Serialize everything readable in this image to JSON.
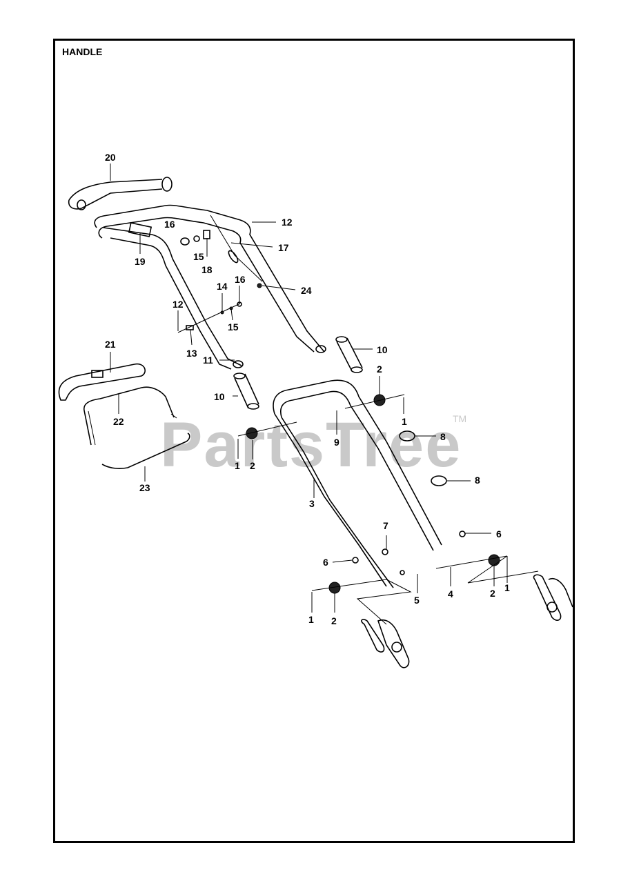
{
  "title": "HANDLE",
  "watermark": {
    "text": "PartsTree",
    "trademark": "TM"
  },
  "callouts": [
    {
      "id": "c20",
      "label": "20"
    },
    {
      "id": "c12a",
      "label": "12"
    },
    {
      "id": "c16a",
      "label": "16"
    },
    {
      "id": "c17",
      "label": "17"
    },
    {
      "id": "c15a",
      "label": "15"
    },
    {
      "id": "c18",
      "label": "18"
    },
    {
      "id": "c19",
      "label": "19"
    },
    {
      "id": "c14",
      "label": "14"
    },
    {
      "id": "c16b",
      "label": "16"
    },
    {
      "id": "c24",
      "label": "24"
    },
    {
      "id": "c12b",
      "label": "12"
    },
    {
      "id": "c15b",
      "label": "15"
    },
    {
      "id": "c13",
      "label": "13"
    },
    {
      "id": "c21",
      "label": "21"
    },
    {
      "id": "c11",
      "label": "11"
    },
    {
      "id": "c10a",
      "label": "10"
    },
    {
      "id": "c2a",
      "label": "2"
    },
    {
      "id": "c10b",
      "label": "10"
    },
    {
      "id": "c22",
      "label": "22"
    },
    {
      "id": "c1a",
      "label": "1"
    },
    {
      "id": "c9",
      "label": "9"
    },
    {
      "id": "c8a",
      "label": "8"
    },
    {
      "id": "c1b",
      "label": "1"
    },
    {
      "id": "c2b",
      "label": "2"
    },
    {
      "id": "c23",
      "label": "23"
    },
    {
      "id": "c8b",
      "label": "8"
    },
    {
      "id": "c3",
      "label": "3"
    },
    {
      "id": "c7",
      "label": "7"
    },
    {
      "id": "c6a",
      "label": "6"
    },
    {
      "id": "c6b",
      "label": "6"
    },
    {
      "id": "c5",
      "label": "5"
    },
    {
      "id": "c4",
      "label": "4"
    },
    {
      "id": "c2c",
      "label": "2"
    },
    {
      "id": "c1c",
      "label": "1"
    },
    {
      "id": "c1d",
      "label": "1"
    },
    {
      "id": "c2d",
      "label": "2"
    }
  ]
}
